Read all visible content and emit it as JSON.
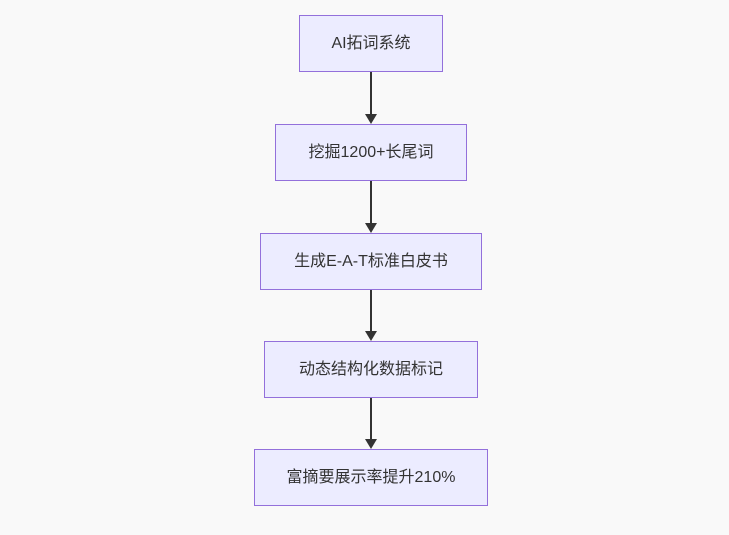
{
  "diagram": {
    "type": "flowchart",
    "orientation": "top-down",
    "nodes": [
      {
        "id": "node-0",
        "label": "AI拓词系统"
      },
      {
        "id": "node-1",
        "label": "挖掘1200+长尾词"
      },
      {
        "id": "node-2",
        "label": "生成E-A-T标准白皮书"
      },
      {
        "id": "node-3",
        "label": "动态结构化数据标记"
      },
      {
        "id": "node-4",
        "label": "富摘要展示率提升210%"
      }
    ],
    "edges": [
      {
        "from": "node-0",
        "to": "node-1",
        "arrow": "down"
      },
      {
        "from": "node-1",
        "to": "node-2",
        "arrow": "down"
      },
      {
        "from": "node-2",
        "to": "node-3",
        "arrow": "down"
      },
      {
        "from": "node-3",
        "to": "node-4",
        "arrow": "down"
      }
    ],
    "colors": {
      "background": "#F9F9F9",
      "node_fill": "#ECECFF",
      "node_border": "#9370DB",
      "node_text": "#333333",
      "arrow": "#333333"
    }
  }
}
